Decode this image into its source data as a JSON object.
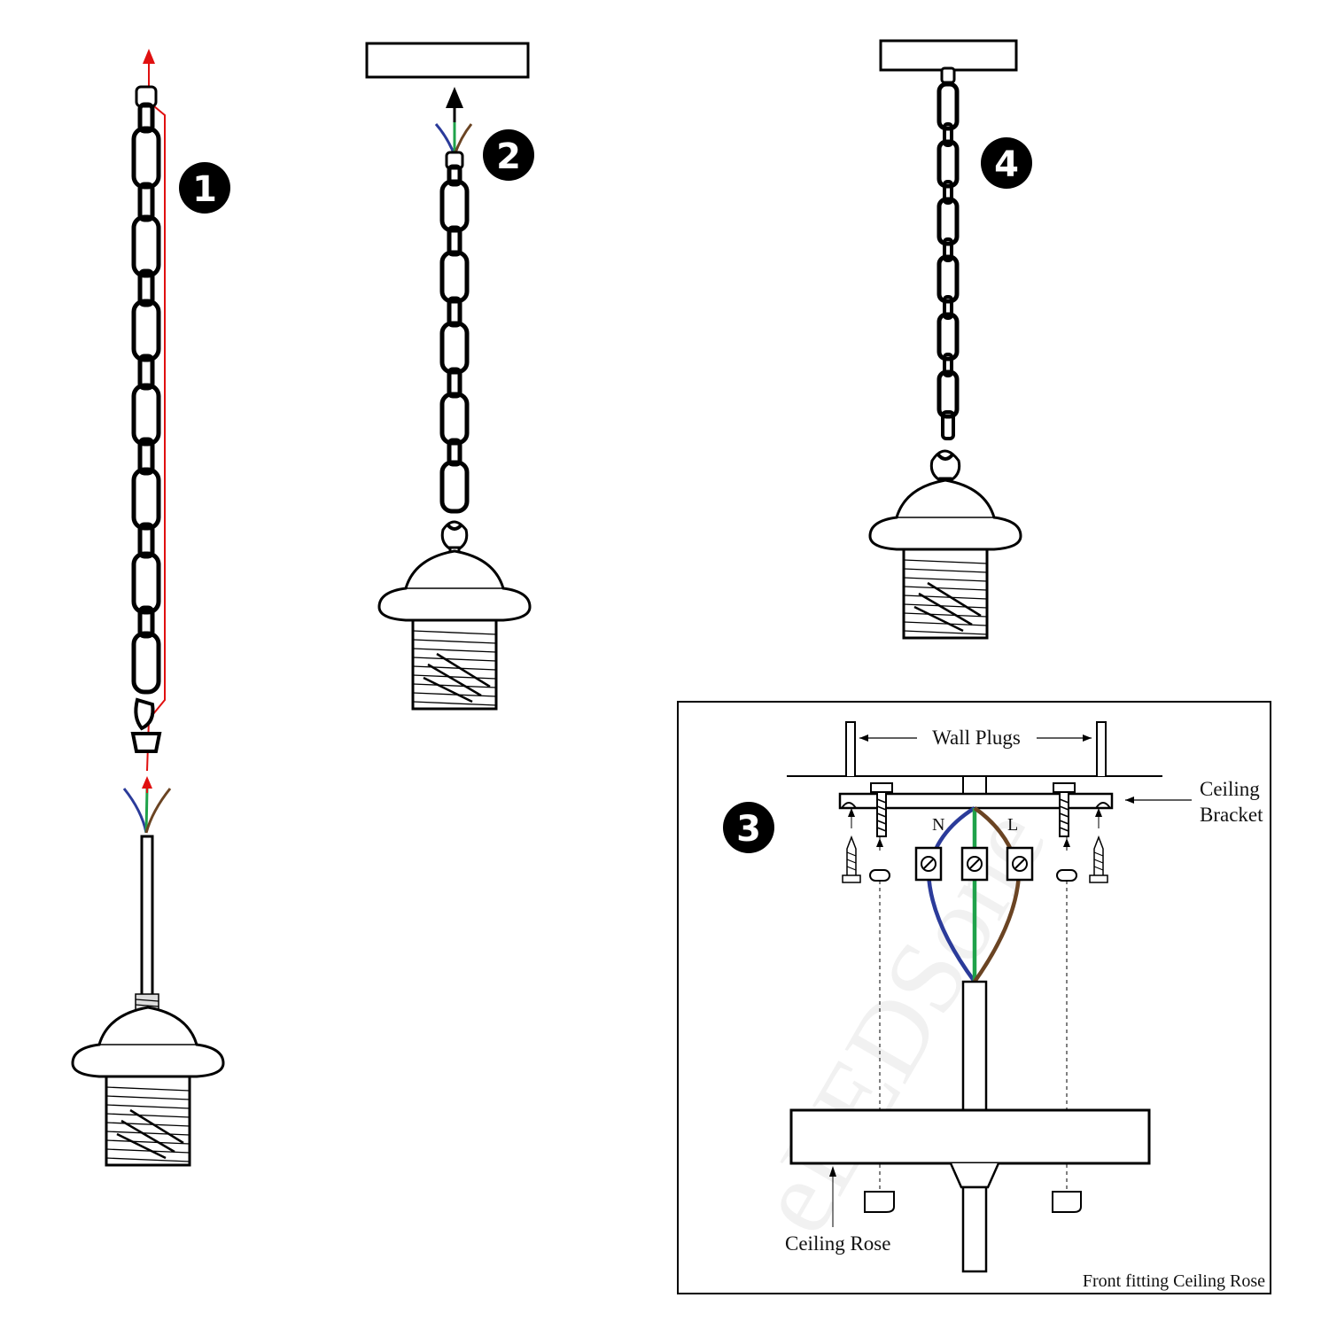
{
  "steps": {
    "step1": "1",
    "step2": "2",
    "step3": "3",
    "step4": "4"
  },
  "panel3": {
    "wall_plugs": "Wall Plugs",
    "ceiling_bracket_line1": "Ceiling",
    "ceiling_bracket_line2": "Bracket",
    "neutral": "N",
    "live": "L",
    "ceiling_rose": "Ceiling Rose",
    "caption": "Front fitting Ceiling Rose",
    "watermark": "eLEDSone"
  },
  "colors": {
    "neutral_wire": "#2b3b9a",
    "earth_wire": "#1fa24a",
    "live_wire": "#6b4423",
    "guide_arrow": "#e01010",
    "badge": "#000000"
  },
  "icons": [
    "chain",
    "lamp-holder",
    "ceiling-plate",
    "terminal-block",
    "screw",
    "wall-plug",
    "arrow"
  ]
}
